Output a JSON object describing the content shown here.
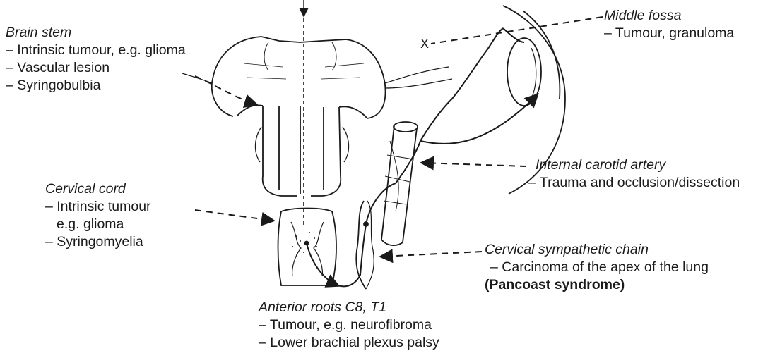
{
  "labels": {
    "brain_stem": {
      "title": "Brain stem",
      "items": [
        "– Intrinsic tumour, e.g. glioma",
        "– Vascular lesion",
        "– Syringobulbia"
      ]
    },
    "middle_fossa": {
      "title": "Middle fossa",
      "items": [
        "– Tumour, granuloma"
      ]
    },
    "internal_carotid": {
      "title": "Internal carotid artery",
      "items": [
        "– Trauma and occlusion/dissection"
      ]
    },
    "cervical_cord": {
      "title": "Cervical cord",
      "items": [
        "– Intrinsic tumour",
        "e.g. glioma",
        "– Syringomyelia"
      ]
    },
    "sympathetic_chain": {
      "title": "Cervical sympathetic chain",
      "items": [
        "– Carcinoma of the apex of the lung"
      ],
      "emphasis": "(Pancoast syndrome)"
    },
    "anterior_roots": {
      "title": "Anterior roots C8, T1",
      "items": [
        "– Tumour, e.g. neurofibroma",
        "– Lower brachial plexus palsy"
      ]
    }
  },
  "colors": {
    "ink": "#1a1a1a",
    "background": "#ffffff"
  }
}
